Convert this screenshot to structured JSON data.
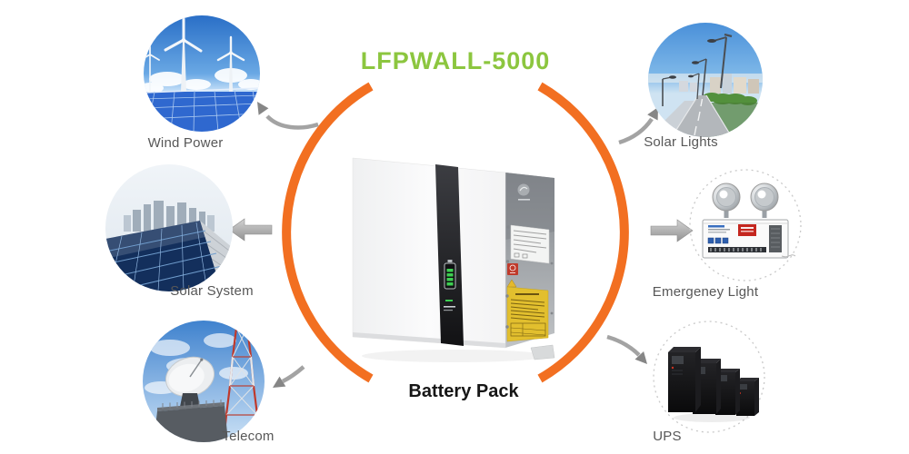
{
  "title": {
    "text": "LFPWALL-5000",
    "color": "#8CC63F"
  },
  "center_product": {
    "label": "Battery Pack",
    "description": "White wall-mounted battery pack in 3/4 view with dark front stripe, green battery-level indicator, gray side panel carrying white spec label, red label and yellow warning labels"
  },
  "ring": {
    "color": "#F26F21",
    "style": "two broken orange arcs with gaps at top and bottom"
  },
  "applications": [
    {
      "id": "wind-power",
      "label": "Wind Power",
      "photo": "wind turbines above a solar panel field under blue sky",
      "arrow": "curved, points up-left toward photo"
    },
    {
      "id": "solar-system",
      "label": "Solar System",
      "photo": "rooftop solar panel array with city skyline",
      "arrow": "straight block arrow, points left"
    },
    {
      "id": "telecom",
      "label": "Telecom",
      "photo": "white satellite dish and red-white lattice tower",
      "arrow": "points down-left"
    },
    {
      "id": "solar-lights",
      "label": "Solar Lights",
      "photo": "street lined with solar street lamps and buildings",
      "arrow": "curved, points up-right"
    },
    {
      "id": "emergency-light",
      "label": "Emergeney Light",
      "photo": "twin-lamp emergency light unit inside dashed circle",
      "arrow": "straight block arrow, points right"
    },
    {
      "id": "ups",
      "label": "UPS",
      "photo": "four black UPS tower units inside dashed circle",
      "arrow": "points down-right"
    }
  ],
  "colors": {
    "label_text": "#575757",
    "battery_label_text": "#161616",
    "arrow_gray": "#9b9b9b"
  }
}
